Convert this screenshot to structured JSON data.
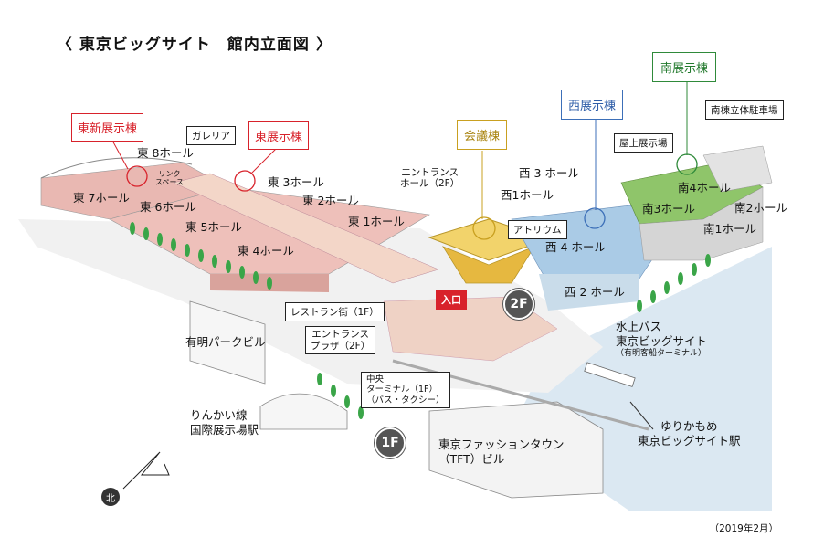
{
  "title": "〈 東京ビッグサイト　館内立面図 〉",
  "buildings": {
    "east_new": "東新展示棟",
    "east": "東展示棟",
    "conference": "会議棟",
    "west": "西展示棟",
    "south": "南展示棟"
  },
  "halls": {
    "e8": "東 8ホール",
    "e7": "東 7ホール",
    "e6": "東 6ホール",
    "e5": "東 5ホール",
    "e4": "東 4ホール",
    "e3": "東 3ホール",
    "e2": "東 2ホール",
    "e1": "東 1ホール",
    "w3": "西 3 ホール",
    "w1": "西1ホール",
    "w4": "西 4 ホール",
    "w2": "西 2 ホール",
    "s4": "南4ホール",
    "s3": "南3ホール",
    "s2": "南2ホール",
    "s1": "南1ホール"
  },
  "callouts": {
    "galleria": "ガレリア",
    "link_space_1": "リンク",
    "link_space_2": "スペース",
    "entrance_hall_1": "エントランス",
    "entrance_hall_2": "ホール（2F）",
    "atrium": "アトリウム",
    "rooftop": "屋上展示場",
    "south_parking": "南棟立体駐車場",
    "restaurant": "レストラン街（1F）",
    "entrance_plaza_1": "エントランス",
    "entrance_plaza_2": "プラザ（2F）",
    "central_terminal_1": "中央",
    "central_terminal_2": "ターミナル（1F）",
    "central_terminal_3": "（バス・タクシー）"
  },
  "entrance_label": "入口",
  "floor_badges": {
    "f2": "2F",
    "f1": "1F"
  },
  "places": {
    "ariake_park": "有明パークビル",
    "rinkai_1": "りんかい線",
    "rinkai_2": "国際展示場駅",
    "water_bus_1": "水上バス",
    "water_bus_2": "東京ビッグサイト",
    "water_bus_3": "（有明客船ターミナル）",
    "yurikamome_1": "ゆりかもめ",
    "yurikamome_2": "東京ビッグサイト駅",
    "tft_1": "東京ファッションタウン",
    "tft_2": "（TFT）ビル"
  },
  "north": "北",
  "date": "（2019年2月）"
}
